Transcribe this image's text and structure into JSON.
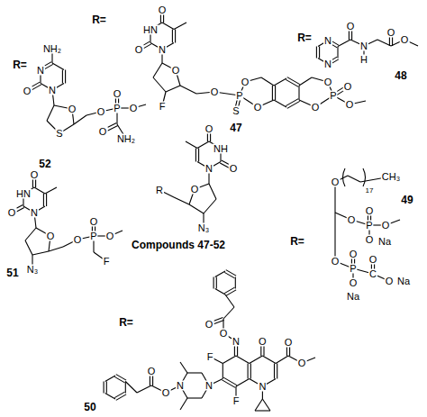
{
  "diagram": {
    "labels": [
      "R=",
      "N",
      "N",
      "NH₂",
      "O",
      "S",
      "O",
      "O",
      "P",
      "O",
      "O",
      "O",
      "NH₂",
      "52",
      "R=",
      "N",
      "HN",
      "O",
      "O",
      "O",
      "F",
      "O",
      "P",
      "S",
      "O",
      "O",
      "O",
      "P",
      "O",
      "O",
      "O",
      "47",
      "R=",
      "N",
      "N",
      "O",
      "N",
      "H",
      "O",
      "O",
      "48",
      "NH",
      "N",
      "O",
      "O",
      "O",
      "N₃",
      "R",
      "Compounds 47-52",
      "HN",
      "N",
      "O",
      "O",
      "O",
      "N₃",
      "O",
      "P",
      "O",
      "O",
      "F",
      "51",
      "R=",
      "O",
      "CH₃",
      "17",
      "O",
      "P",
      "O",
      "O",
      "O",
      "Na",
      "O",
      "P",
      "O",
      "O",
      "Na",
      "C",
      "O",
      "O",
      "Na",
      "49",
      "R=",
      "N",
      "F",
      "F",
      "O",
      "O",
      "O",
      "N",
      "O",
      "O",
      "N",
      "N",
      "O",
      "O",
      "50"
    ]
  }
}
